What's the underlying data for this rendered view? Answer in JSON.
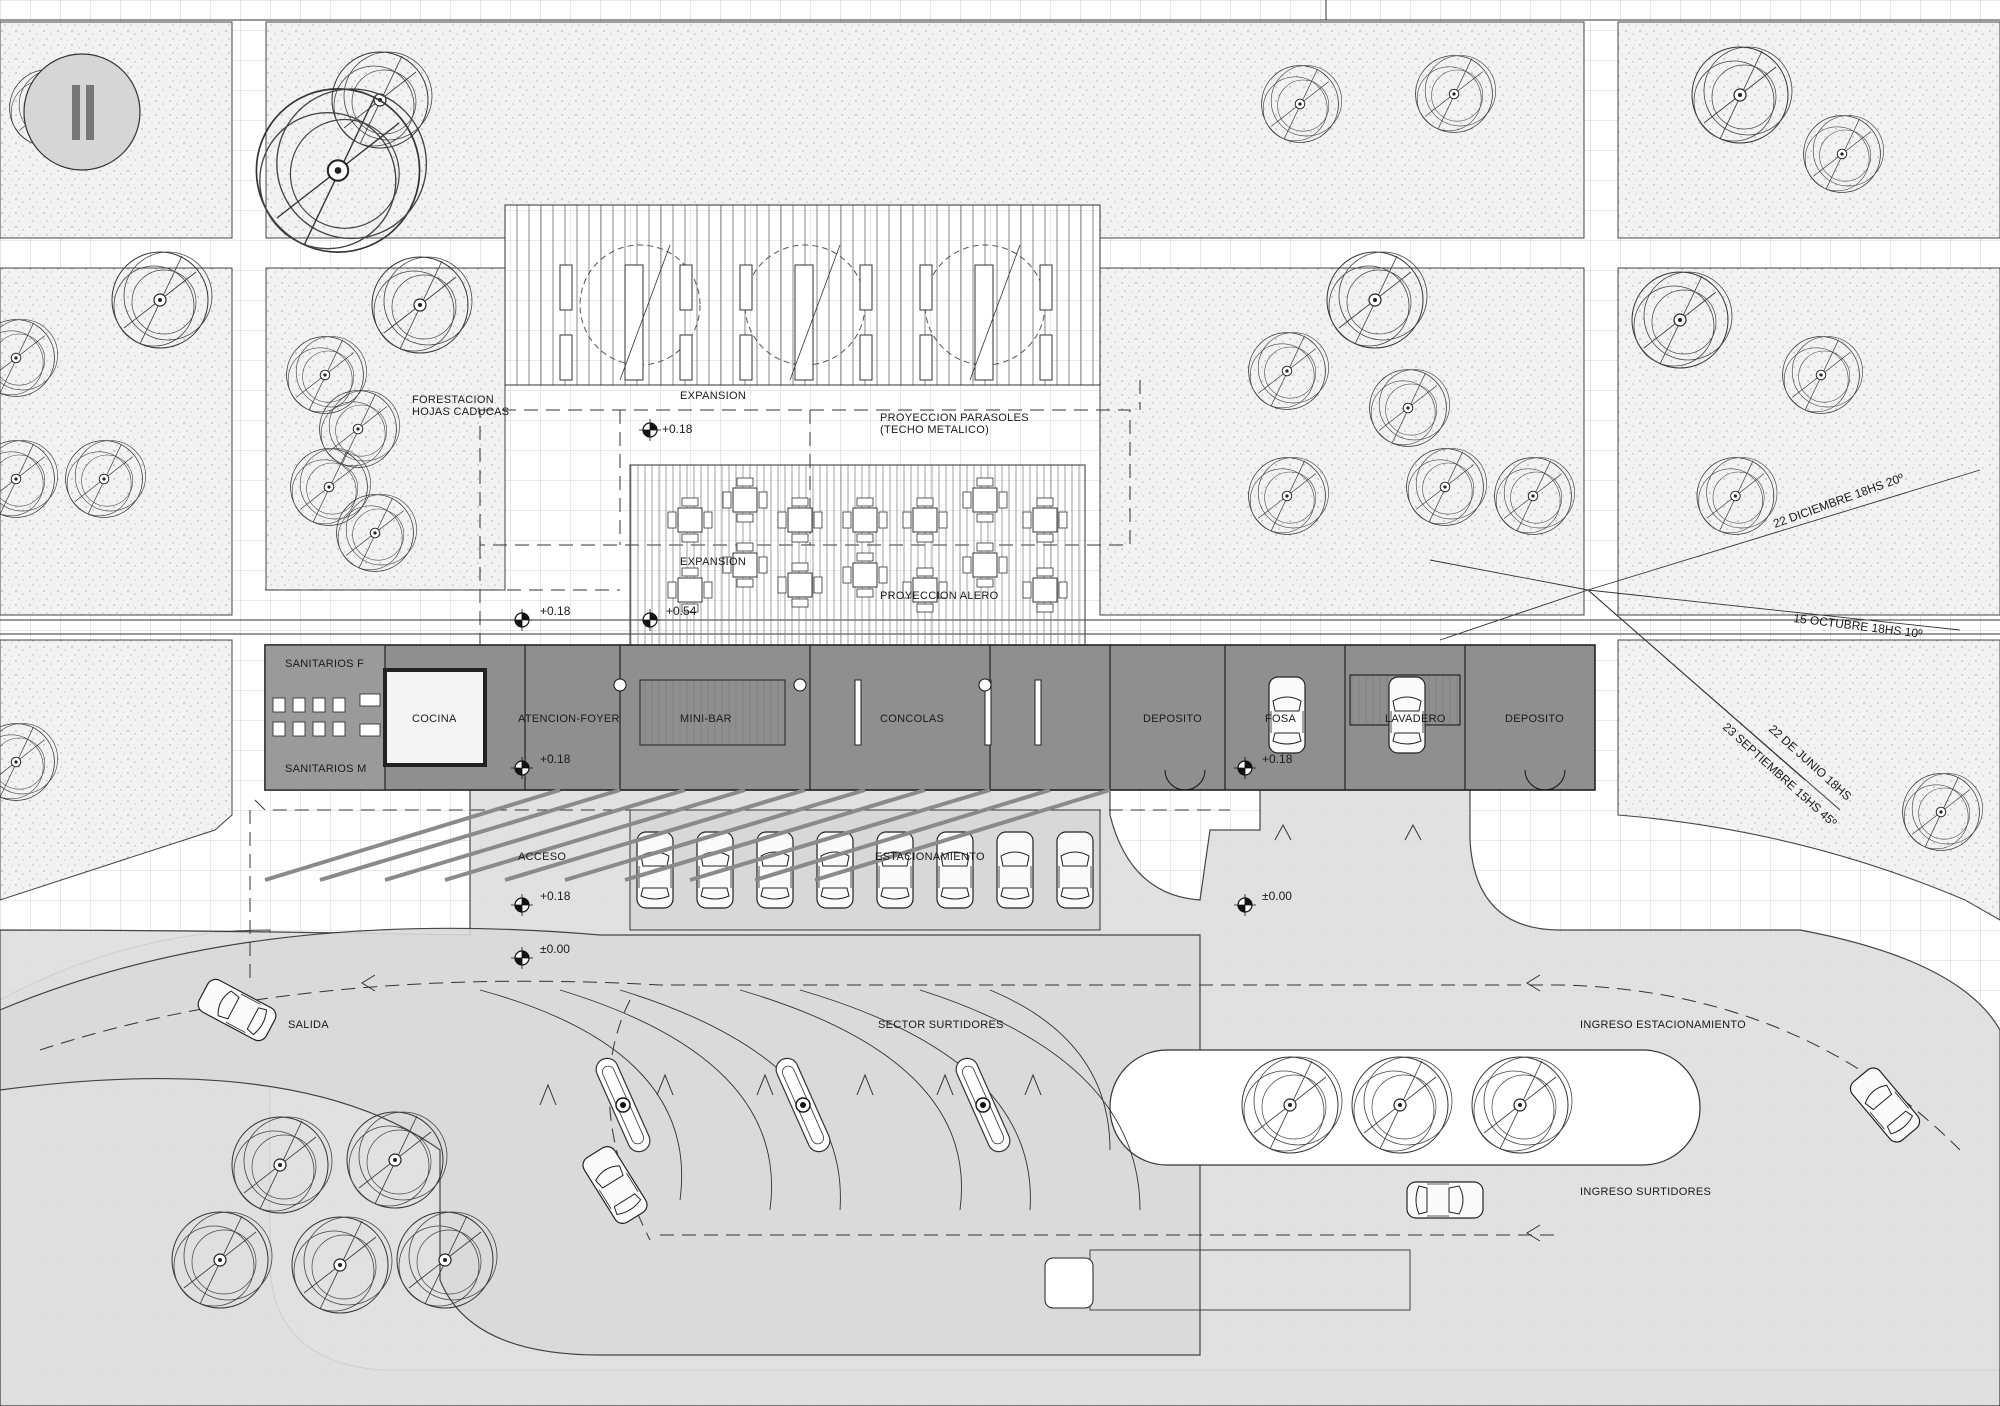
{
  "labels": {
    "expansion_top": "EXPANSION",
    "forestacion_1": "FORESTACION",
    "forestacion_2": "HOJAS CADUCAS",
    "parasoles_1": "PROYECCION PARASOLES",
    "parasoles_2": "(TECHO METALICO)",
    "expansion_mid": "EXPANSION",
    "alero": "PROYECCION ALERO",
    "sanitarios_f": "SANITARIOS F",
    "sanitarios_m": "SANITARIOS M",
    "cocina": "COCINA",
    "foyer": "ATENCION-FOYER",
    "minibar": "MINI-BAR",
    "consolas": "CONCOLAS",
    "deposito_1": "DEPOSITO",
    "fosa": "FOSA",
    "lavadero": "LAVADERO",
    "deposito_2": "DEPOSITO",
    "acceso": "ACCESO",
    "estacionamiento": "ESTACIONAMIENTO",
    "salida": "SALIDA",
    "sector_surtidores": "SECTOR SURTIDORES",
    "ingreso_estacionamiento": "INGRESO ESTACIONAMIENTO",
    "ingreso_surtidores": "INGRESO SURTIDORES"
  },
  "levels": {
    "l1": "+0.18",
    "l2": "+0.18",
    "l3": "+0.54",
    "l4": "+0.18",
    "l5": "+0.18",
    "l6": "+0.18",
    "l7": "±0.00",
    "l8": "±0.00"
  },
  "sun": {
    "s1": "22 DICIEMBRE 18HS 20º",
    "s2": "15 OCTUBRE 18HS 10º",
    "s3": "22 DE JUNIO 18HS",
    "s4": "23 SEPTIEMBRE 15HS 45º"
  },
  "colors": {
    "building": "#8e8e8e",
    "pavement": "#dcdcdc",
    "lawn": "#f2f2f2",
    "line": "#2a2a2a",
    "grid": "#bdbdbd"
  }
}
